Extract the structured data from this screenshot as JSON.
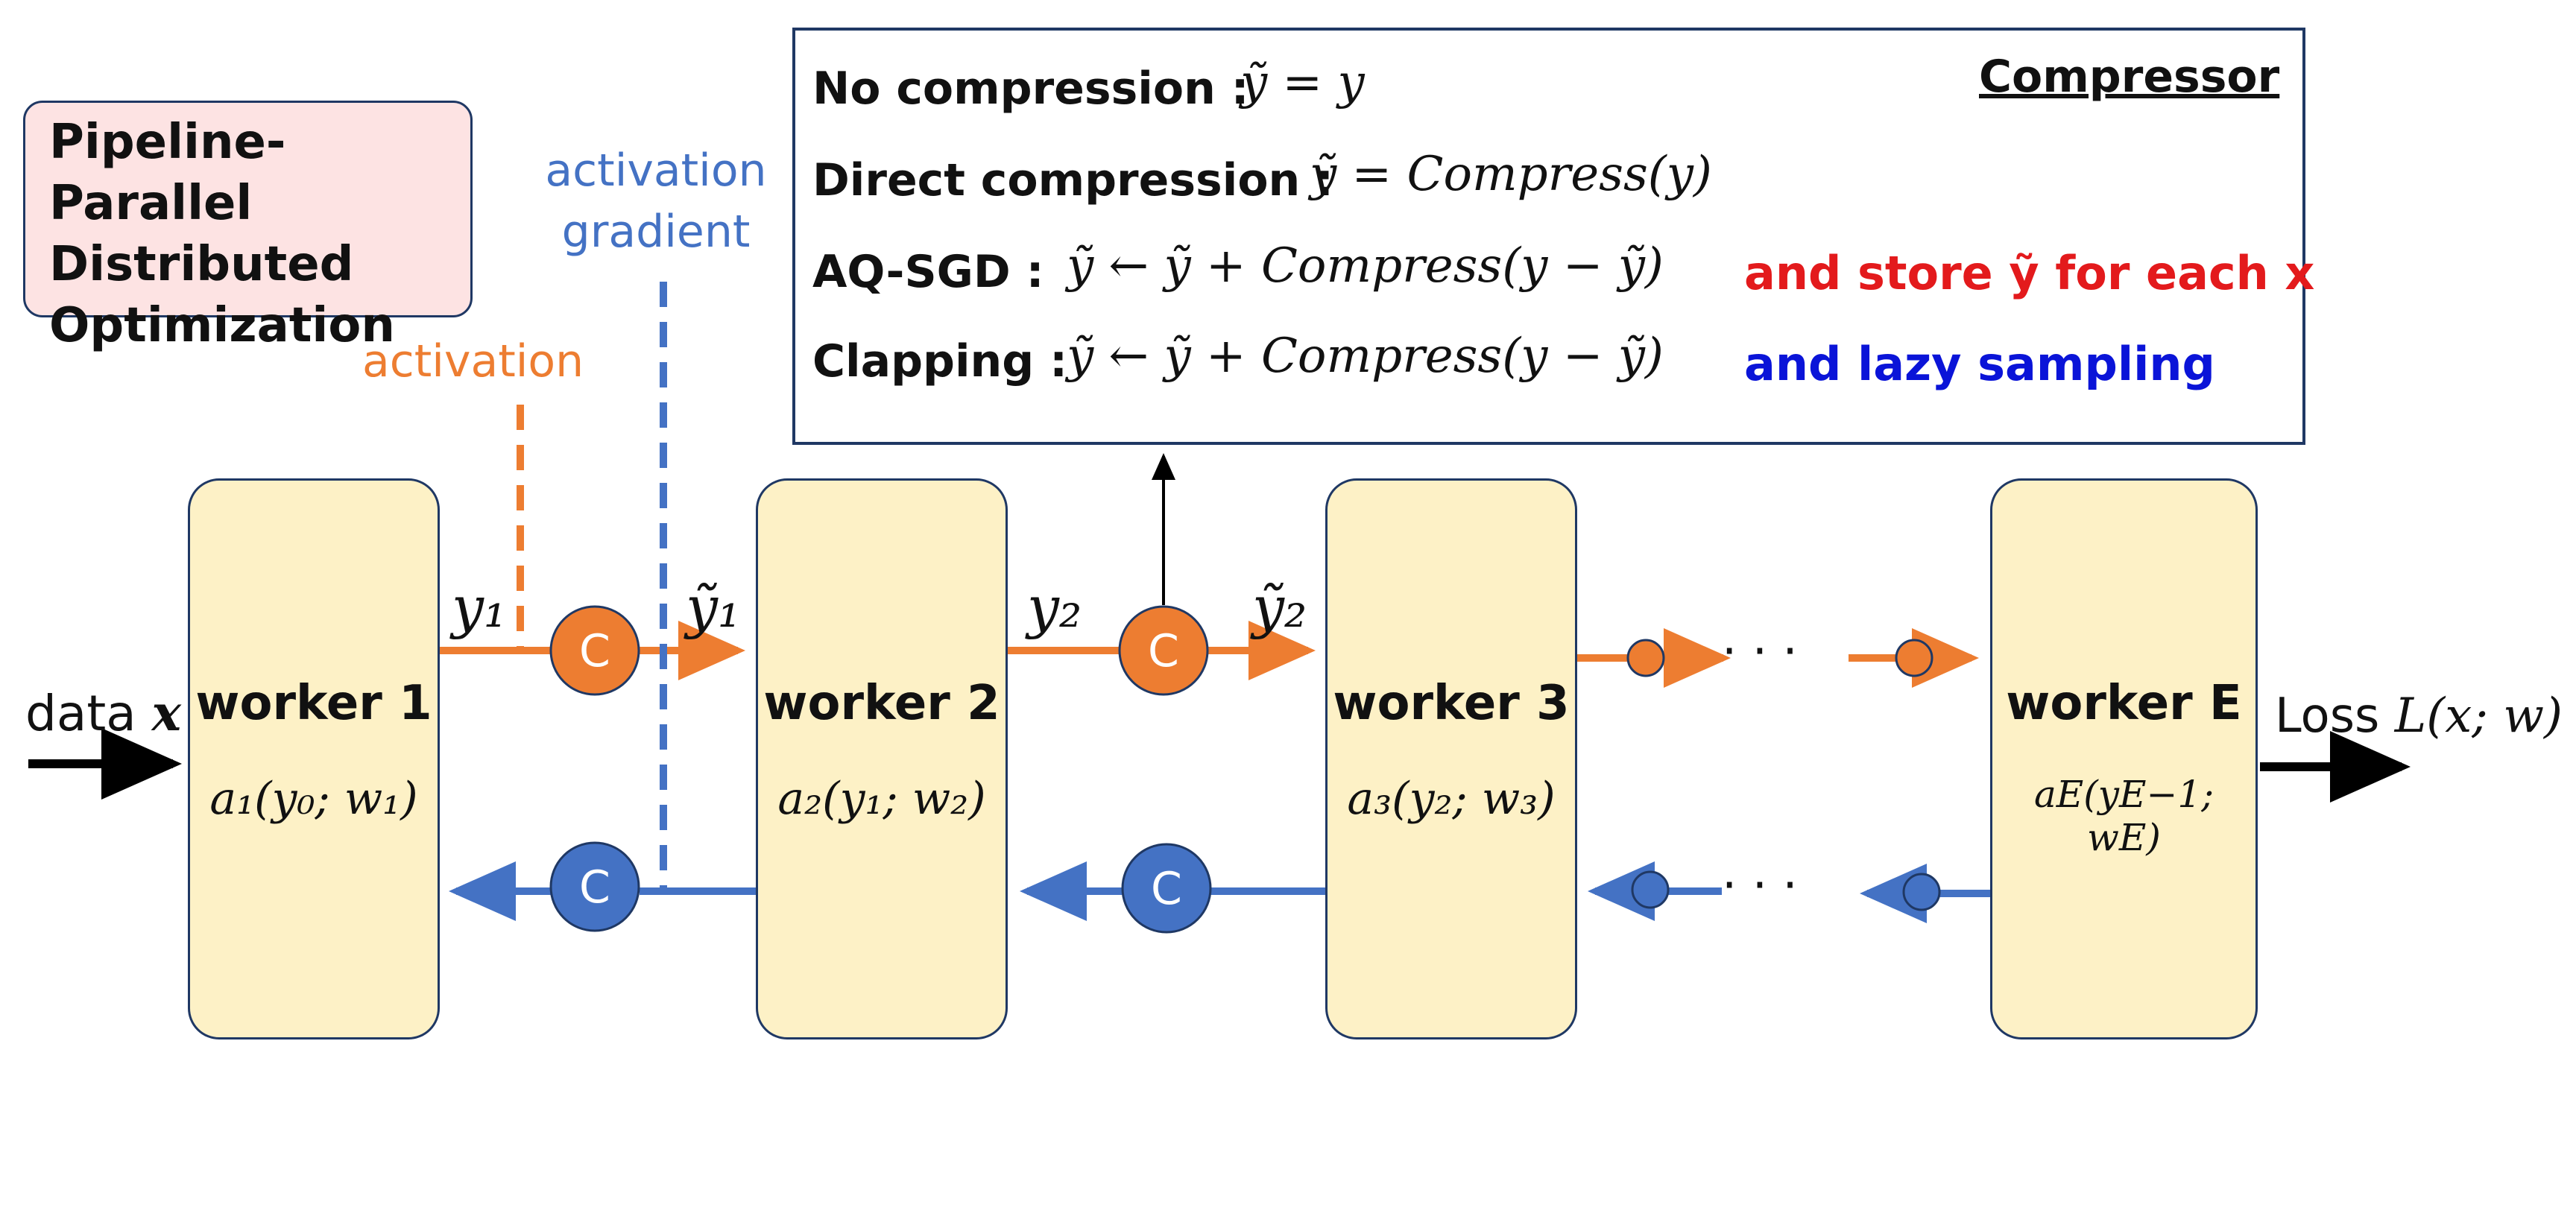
{
  "info_box": {
    "title": "Pipeline-Parallel Distributed Optimization"
  },
  "labels": {
    "activation": "activation",
    "activation_gradient": "activation gradient",
    "data": "data",
    "data_var": "x",
    "loss": "Loss",
    "loss_expr": "L(x; w)"
  },
  "compressor": {
    "title": "Compressor",
    "rows": [
      {
        "label": "No compression :",
        "math": "ỹ = y",
        "note": ""
      },
      {
        "label": "Direct compression :",
        "math": "ỹ = Compress(y)",
        "note": ""
      },
      {
        "label": "AQ-SGD :",
        "math": "ỹ ← ỹ + Compress(y − ỹ)",
        "note": "and store ỹ for each x"
      },
      {
        "label": "Clapping :",
        "math": "ỹ ← ỹ + Compress(y − ỹ)",
        "note": "and lazy sampling"
      }
    ]
  },
  "workers": [
    {
      "name": "worker 1",
      "fn": "a₁(y₀; w₁)"
    },
    {
      "name": "worker 2",
      "fn": "a₂(y₁; w₂)"
    },
    {
      "name": "worker 3",
      "fn": "a₃(y₂; w₃)"
    },
    {
      "name": "worker E",
      "fn": "aE(yE−1; wE)"
    }
  ],
  "signals": {
    "y1": "y₁",
    "y1_tilde": "ỹ₁",
    "y2": "y₂",
    "y2_tilde": "ỹ₂"
  },
  "compress_node_label": "C",
  "ellipsis": "· · ·",
  "colors": {
    "forward": "#ed7d31",
    "backward": "#4472c4",
    "aq_note": "#e31a1c",
    "clapping_note": "#0a14d8"
  }
}
